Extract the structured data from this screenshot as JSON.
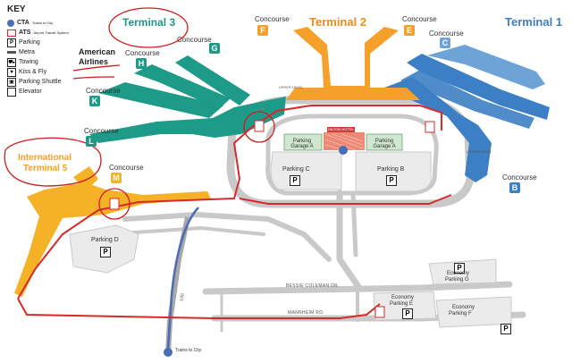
{
  "key": {
    "title": "KEY",
    "items": [
      {
        "label": "CTA",
        "sub": "Trains to City",
        "icon": "cta-train-icon"
      },
      {
        "label": "ATS",
        "sub": "Airport Transit System",
        "icon": "ats-transit-icon"
      },
      {
        "label": "Parking",
        "icon": "parking-icon"
      },
      {
        "label": "Metra",
        "icon": "metra-icon"
      },
      {
        "label": "Towing",
        "icon": "towing-icon"
      },
      {
        "label": "Kiss & Fly",
        "icon": "kiss-fly-icon"
      },
      {
        "label": "Parking Shuttle",
        "icon": "parking-shuttle-icon"
      },
      {
        "label": "Elevator",
        "icon": "elevator-icon"
      }
    ]
  },
  "terminals": {
    "t1": "Terminal 1",
    "t2": "Terminal 2",
    "t3_handwritten": "Terminal 3",
    "t5_line1": "International",
    "t5_line2": "Terminal 5"
  },
  "annotation": {
    "line1": "American",
    "line2": "Airlines"
  },
  "concourses": {
    "word": "Concourse",
    "B": "B",
    "C": "C",
    "E": "E",
    "F": "F",
    "G": "G",
    "H": "H",
    "K": "K",
    "L": "L",
    "M": "M"
  },
  "parking": {
    "c": "Parking C",
    "b": "Parking B",
    "garage_a_left": "Parking Garage A",
    "garage_a_right": "Parking Garage A",
    "d": "Parking D",
    "g_line1": "Economy",
    "g_line2": "Parking G",
    "e_line1": "Economy",
    "e_line2": "Parking E",
    "f_line1": "Economy",
    "f_line2": "Parking F",
    "p": "P"
  },
  "roads": {
    "bessie": "BESSIE COLEMAN DR.",
    "mannheim": "MANNHEIM RD.",
    "i190": "190"
  },
  "misc": {
    "hotel": "HILTON HOTEL",
    "trains_to_city": "Trains to City",
    "upper_level": "UPPER LEVEL",
    "lower_level": "LOWER LEVEL"
  },
  "colors": {
    "terminal1": "#3d7fc4",
    "terminal2": "#f5a02a",
    "terminal3": "#1d9a88",
    "terminal5": "#f5b227",
    "ats_line": "#d62a2a",
    "roads": "#c9c9c9",
    "cta_line": "#4b6cb7",
    "annotation": "#d01c1c"
  }
}
